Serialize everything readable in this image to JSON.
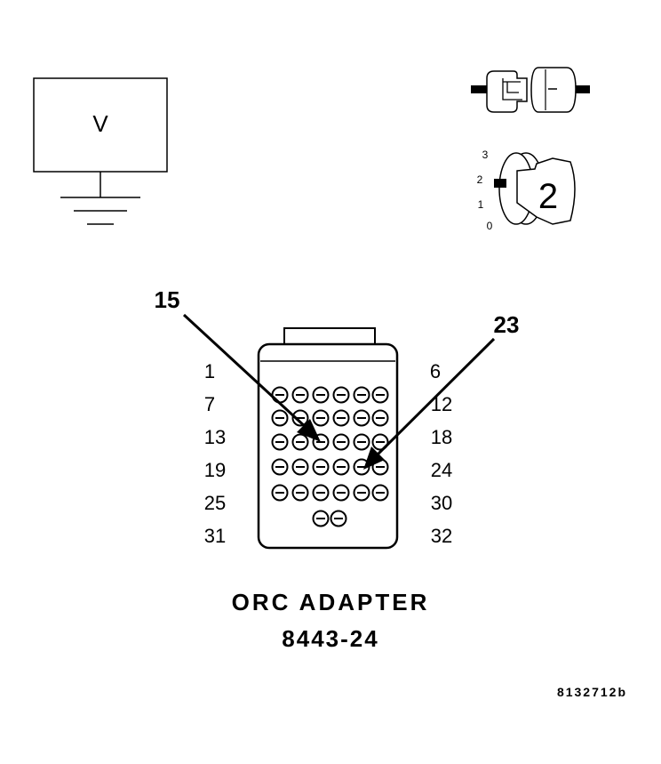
{
  "voltmeter": {
    "label": "V"
  },
  "ignition_switch": {
    "positions": [
      "3",
      "2",
      "1",
      "0"
    ],
    "key_position": "2"
  },
  "callouts": {
    "left_pin": "15",
    "right_pin": "23"
  },
  "adapter": {
    "row_labels_left": [
      "1",
      "7",
      "13",
      "19",
      "25",
      "31"
    ],
    "row_labels_right": [
      "6",
      "12",
      "18",
      "24",
      "30",
      "32"
    ],
    "title": "ORC ADAPTER",
    "part_number": "8443-24"
  },
  "figure_id": "8132712b",
  "colors": {
    "ink": "#000000",
    "background": "#ffffff"
  }
}
